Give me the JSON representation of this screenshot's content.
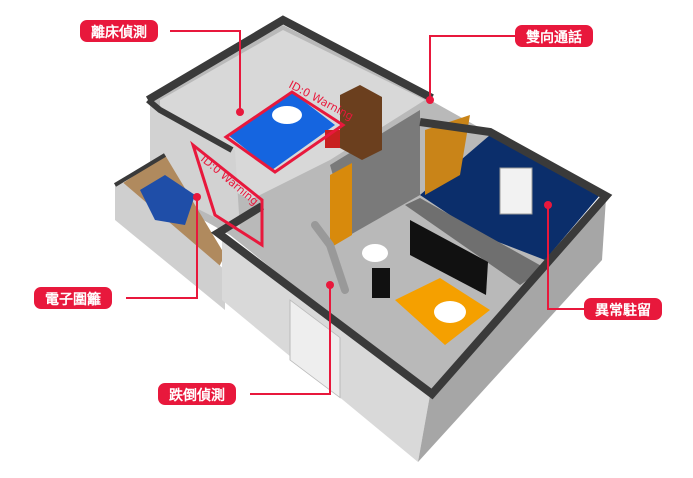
{
  "labels": {
    "bed_exit": "離床偵測",
    "two_way_call": "雙向通話",
    "geofence": "電子圍籬",
    "fall_detection": "跌倒偵測",
    "abnormal_stay": "異常駐留"
  },
  "zone_tags": {
    "bed_zone": "ID:0 Warning",
    "door_zone": "ID:0 Warning"
  },
  "colors": {
    "accent": "#e8183c",
    "bed": "#1565e0",
    "bathroom": "#0b2e6b",
    "table": "#f5a000",
    "wall_top": "#3a3a3a"
  }
}
